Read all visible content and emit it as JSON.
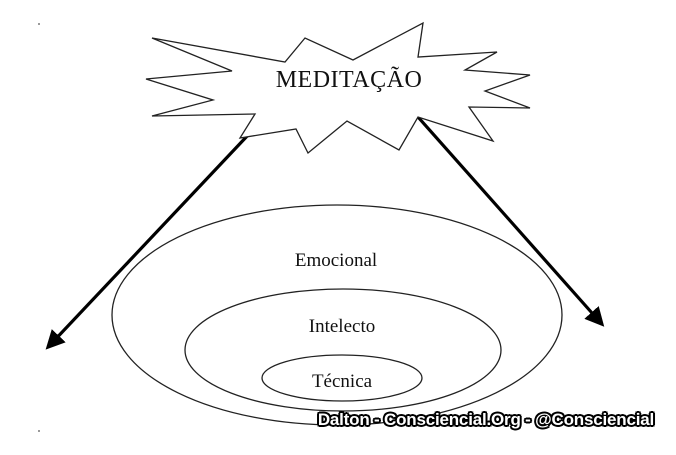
{
  "diagram": {
    "title": "MEDITAÇÃO",
    "rings": [
      {
        "label": "Emocional",
        "level": "outer"
      },
      {
        "label": "Intelecto",
        "level": "middle"
      },
      {
        "label": "Técnica",
        "level": "inner"
      }
    ],
    "arrows": [
      {
        "direction": "down-left"
      },
      {
        "direction": "down-right"
      }
    ],
    "colors": {
      "background": "#ffffff",
      "stroke": "#111111",
      "text": "#111111"
    }
  },
  "watermark": {
    "text": "Dalton - Consciencial.Org - @Consciencial"
  }
}
